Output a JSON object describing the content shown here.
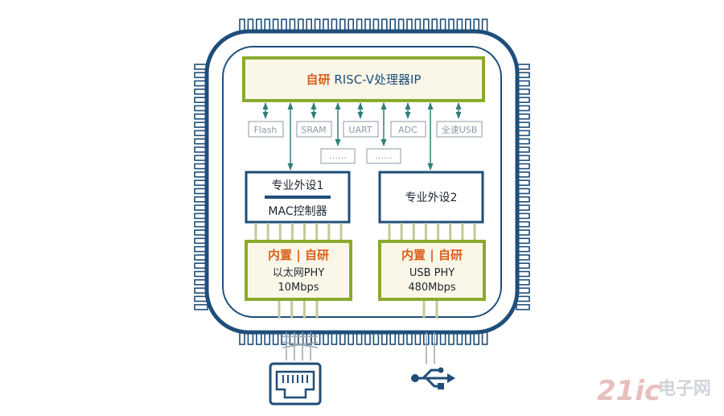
{
  "processor": {
    "prefix": "自研",
    "label": " RISC-V处理器IP"
  },
  "peripherals": [
    "Flash",
    "SRAM",
    "UART",
    "ADC",
    "全速USB"
  ],
  "peripherals_more": [
    "……",
    "……"
  ],
  "special1": {
    "title": "专业外设1",
    "sub": "MAC控制器"
  },
  "special2": {
    "title": "专业外设2"
  },
  "phy1": {
    "tag": "内置 | 自研",
    "line1": "以太网PHY",
    "line2": "10Mbps"
  },
  "phy2": {
    "tag": "内置 | 自研",
    "line1": "USB PHY",
    "line2": "480Mbps"
  },
  "connectors": {
    "left": "ethernet-port-icon",
    "right": "usb-icon"
  },
  "watermark": {
    "logo": "21ic",
    "text": "电子网"
  },
  "colors": {
    "navy": "#1e4e79",
    "green": "#8aaa2c",
    "orange": "#d95f1b",
    "teal": "#2e7f78",
    "cream": "#fbf7e8",
    "pin": "#c4c89a",
    "grey": "#8c9aa4"
  }
}
